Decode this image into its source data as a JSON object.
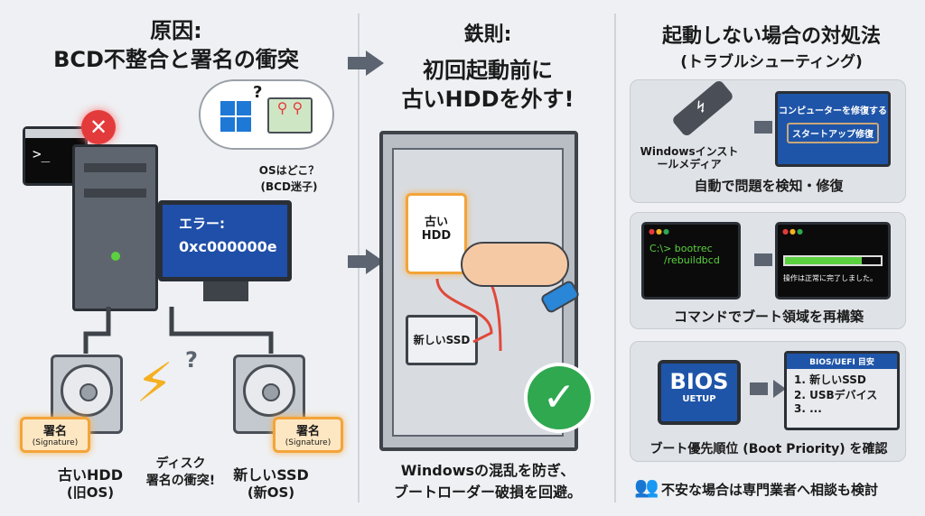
{
  "left": {
    "title_line1": "原因:",
    "title_line2": "BCD不整合と署名の衝突",
    "terminal_prompt": ">_",
    "monitor_error_label": "エラー:",
    "monitor_error_code": "0xc000000e",
    "thought_question": "?",
    "os_where": "OSはどこ？",
    "bcd_lost": "(BCD迷子)",
    "conflict_question": "?",
    "signature_label": "署名",
    "signature_en": "(Signature)",
    "old_hdd": "古いHDD",
    "old_os": "(旧OS)",
    "conflict_line1": "ディスク",
    "conflict_line2": "署名の衝突!",
    "new_ssd": "新しいSSD",
    "new_os": "(新OS)"
  },
  "middle": {
    "title_line1": "鉄則:",
    "title_line2": "初回起動前に",
    "title_line3": "古いHDDを外す!",
    "old_hdd_label": "古い\nHDD",
    "new_ssd_label": "新しいSSD",
    "footer_line1": "Windowsの混乱を防ぎ、",
    "footer_line2": "ブートローダー破損を回避。"
  },
  "right": {
    "title_line1": "起動しない場合の対処法",
    "title_line2": "(トラブルシューティング)",
    "panel1": {
      "media_label": "Windowsインストールメディア",
      "repair_title": "コンピューターを修復する",
      "startup_repair": "スタートアップ修復",
      "caption": "自動で問題を検知・修復"
    },
    "panel2": {
      "cmd_line1": "C:\\> bootrec",
      "cmd_line2": "/rebuildbcd",
      "progress": 0.8,
      "success_msg": "操作は正常に完了しました。",
      "caption": "コマンドでブート領域を再構築"
    },
    "panel3": {
      "chip_big": "BIOS",
      "chip_small": "UETUP",
      "menu_title": "BIOS/UEFI 目安",
      "items": [
        "1. 新しいSSD",
        "2. USBデバイス",
        "3. ..."
      ],
      "caption": "ブート優先順位 (Boot Priority) を確認"
    },
    "advice": "不安な場合は専門業者へ相談も検討"
  },
  "colors": {
    "accent_blue": "#1f4fa8",
    "orange": "#f3a43a",
    "green": "#2fa84f",
    "red": "#e33b3b",
    "terminal_green": "#5bd13f"
  }
}
